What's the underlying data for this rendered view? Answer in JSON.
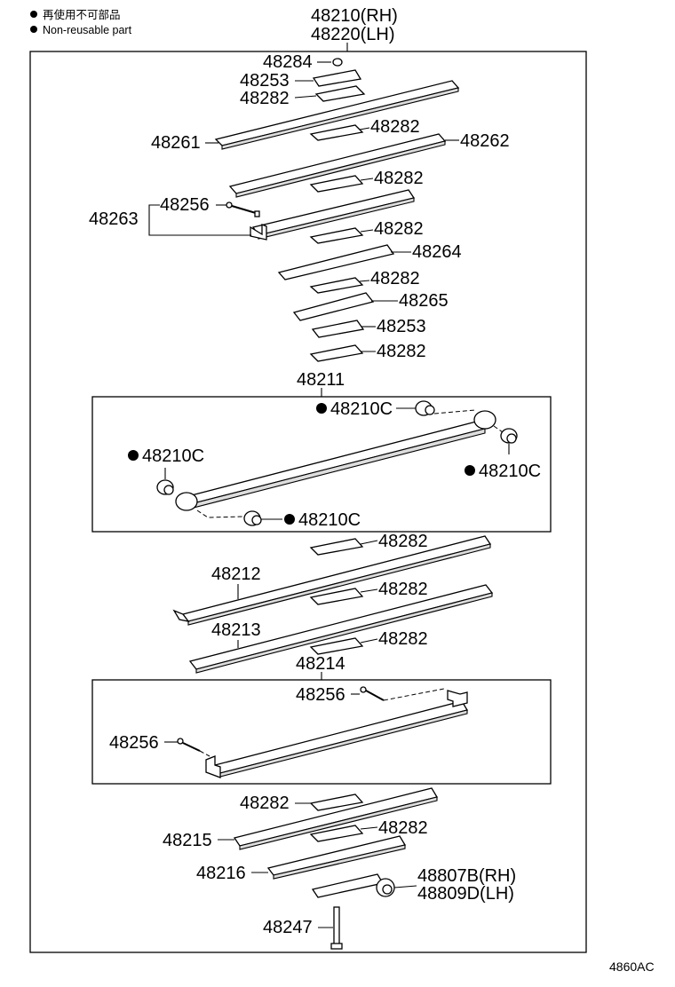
{
  "legend": {
    "bullet_symbol": "●",
    "text_ja": "再使用不可部品",
    "text_en": "Non-reusable part"
  },
  "header": {
    "assembly_rh": "48210(RH)",
    "assembly_lh": "48220(LH)"
  },
  "parts": {
    "p48284": "48284",
    "p48253_top": "48253",
    "p48282_a": "48282",
    "p48261": "48261",
    "p48282_b": "48282",
    "p48262": "48262",
    "p48282_c": "48282",
    "p48263": "48263",
    "p48256_top": "48256",
    "p48282_d": "48282",
    "p48264": "48264",
    "p48282_e": "48282",
    "p48265": "48265",
    "p48253_mid": "48253",
    "p48282_f": "48282",
    "p48211": "48211",
    "bush_1": "48210C",
    "bush_2": "48210C",
    "bush_3": "48210C",
    "bush_4": "48210C",
    "p48282_g": "48282",
    "p48212": "48212",
    "p48282_h": "48282",
    "p48213": "48213",
    "p48282_i": "48282",
    "p48214": "48214",
    "p48256_b1": "48256",
    "p48256_b2": "48256",
    "p48282_j": "48282",
    "p48215": "48215",
    "p48282_k": "48282",
    "p48216": "48216",
    "p48807b": "48807B(RH)",
    "p48809d": "48809D(LH)",
    "p48247": "48247"
  },
  "figure_code": "4860AC"
}
